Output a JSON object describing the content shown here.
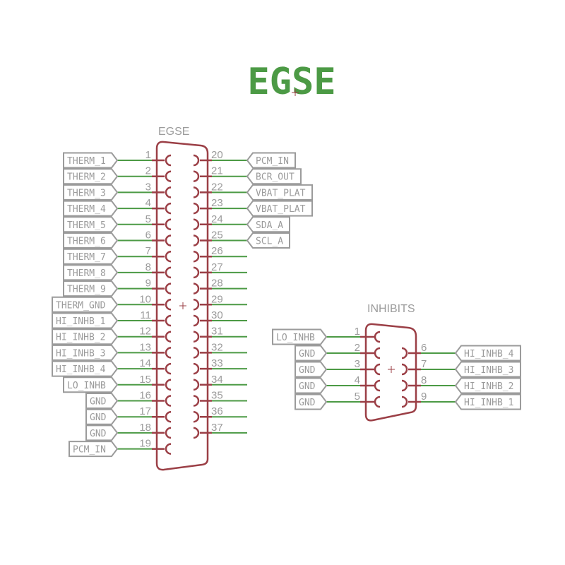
{
  "title": "EGSE",
  "colors": {
    "wire": "#4c9a45",
    "body": "#9b3f46",
    "label": "#9b9b9b",
    "title": "#4c9a45"
  },
  "egse": {
    "name": "EGSE",
    "left_pins": [
      {
        "num": "1",
        "label": "THERM_1"
      },
      {
        "num": "2",
        "label": "THERM_2"
      },
      {
        "num": "3",
        "label": "THERM_3"
      },
      {
        "num": "4",
        "label": "THERM_4"
      },
      {
        "num": "5",
        "label": "THERM_5"
      },
      {
        "num": "6",
        "label": "THERM_6"
      },
      {
        "num": "7",
        "label": "THERM_7"
      },
      {
        "num": "8",
        "label": "THERM_8"
      },
      {
        "num": "9",
        "label": "THERM_9"
      },
      {
        "num": "10",
        "label": "THERM_GND"
      },
      {
        "num": "11",
        "label": "HI_INHB_1"
      },
      {
        "num": "12",
        "label": "HI_INHB_2"
      },
      {
        "num": "13",
        "label": "HI_INHB_3"
      },
      {
        "num": "14",
        "label": "HI_INHB_4"
      },
      {
        "num": "15",
        "label": "LO_INHB"
      },
      {
        "num": "16",
        "label": "GND"
      },
      {
        "num": "17",
        "label": "GND"
      },
      {
        "num": "18",
        "label": "GND"
      },
      {
        "num": "19",
        "label": "PCM_IN"
      }
    ],
    "right_pins": [
      {
        "num": "20",
        "label": "PCM_IN"
      },
      {
        "num": "21",
        "label": "BCR_OUT"
      },
      {
        "num": "22",
        "label": "VBAT_PLAT"
      },
      {
        "num": "23",
        "label": "VBAT_PLAT"
      },
      {
        "num": "24",
        "label": "SDA_A"
      },
      {
        "num": "25",
        "label": "SCL_A"
      },
      {
        "num": "26",
        "label": ""
      },
      {
        "num": "27",
        "label": ""
      },
      {
        "num": "28",
        "label": ""
      },
      {
        "num": "29",
        "label": ""
      },
      {
        "num": "30",
        "label": ""
      },
      {
        "num": "31",
        "label": ""
      },
      {
        "num": "32",
        "label": ""
      },
      {
        "num": "33",
        "label": ""
      },
      {
        "num": "34",
        "label": ""
      },
      {
        "num": "35",
        "label": ""
      },
      {
        "num": "36",
        "label": ""
      },
      {
        "num": "37",
        "label": ""
      }
    ]
  },
  "inhibits": {
    "name": "INHIBITS",
    "left_pins": [
      {
        "num": "1",
        "label": "LO_INHB"
      },
      {
        "num": "2",
        "label": "GND"
      },
      {
        "num": "3",
        "label": "GND"
      },
      {
        "num": "4",
        "label": "GND"
      },
      {
        "num": "5",
        "label": "GND"
      }
    ],
    "right_pins": [
      {
        "num": "6",
        "label": "HI_INHB_4"
      },
      {
        "num": "7",
        "label": "HI_INHB_3"
      },
      {
        "num": "8",
        "label": "HI_INHB_2"
      },
      {
        "num": "9",
        "label": "HI_INHB_1"
      }
    ]
  }
}
